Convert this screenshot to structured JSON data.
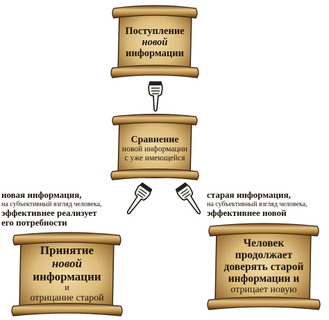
{
  "scrolls": {
    "incoming": {
      "line1": "Поступление",
      "line2": "новой",
      "line3": "информации"
    },
    "comparison": {
      "line1": "Сравнение",
      "line2": "новой информации",
      "line3": "с уже имеющейся"
    },
    "accept": {
      "line1": "Принятие",
      "line2": "новой",
      "line3": "информации",
      "line4": "и",
      "line5": "отрицание старой"
    },
    "keep": {
      "line1": "Человек",
      "line2": "продолжает",
      "line3": "доверять старой",
      "line4": "информации и",
      "line5": "отрицает новую"
    }
  },
  "notes": {
    "left": {
      "line1": "новая информация,",
      "line2": "на субъективный взгляд человека,",
      "line3": "эффективнее реализует",
      "line4": "его потребности"
    },
    "right": {
      "line1": "старая информация,",
      "line2": "на субъективный взгляд человека,",
      "line3": "эффективнее новой"
    }
  },
  "colors": {
    "parchment": "#d9b878",
    "parchment_dark": "#8a6228",
    "outline": "#3a2410"
  },
  "icons": [
    "pointing-hand-icon",
    "pointing-hand-icon",
    "pointing-hand-icon"
  ]
}
